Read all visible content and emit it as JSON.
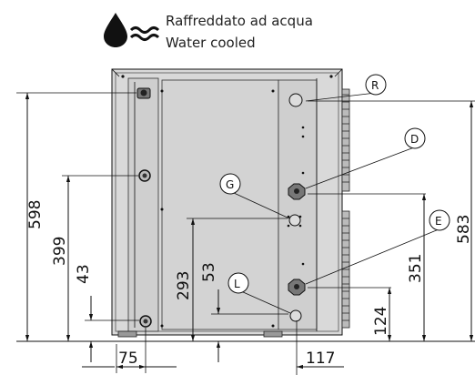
{
  "legend": {
    "line1": "Raffreddato ad acqua",
    "line2": "Water  cooled",
    "icon": "water-drop-wave-icon"
  },
  "callouts": {
    "R": "R",
    "D": "D",
    "G": "G",
    "E": "E",
    "L": "L"
  },
  "dimensions": {
    "d598": "598",
    "d583": "583",
    "d399": "399",
    "d43": "43",
    "d293": "293",
    "d53": "53",
    "d351": "351",
    "d124": "124",
    "d75": "75",
    "d117": "117"
  }
}
